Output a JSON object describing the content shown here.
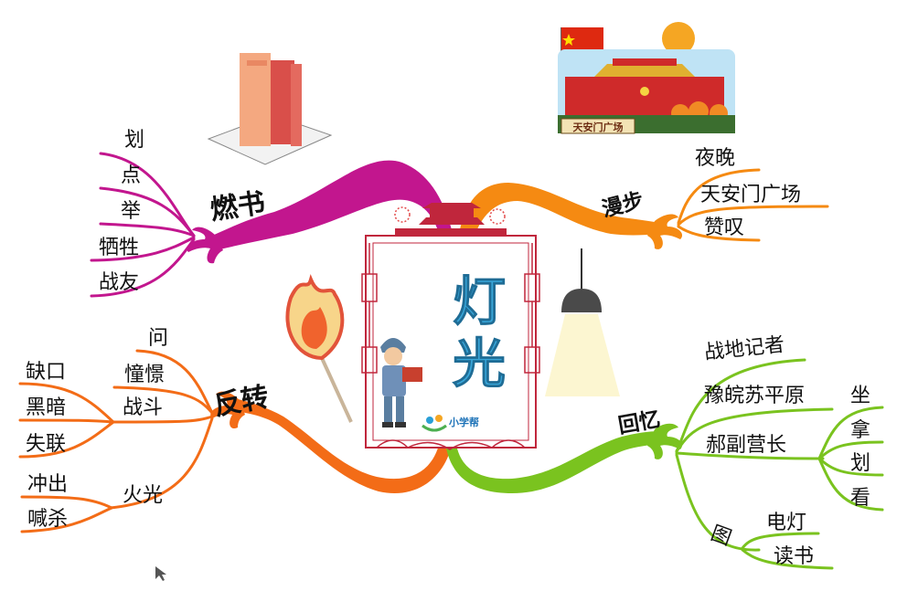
{
  "title": "灯光",
  "brand": "小学帮",
  "banner": "天安门广场",
  "branches": {
    "burn": {
      "label": "燃书",
      "color": "#c2168e",
      "items": [
        "划",
        "点",
        "举",
        "牺牲",
        "战友"
      ]
    },
    "walk": {
      "label": "漫步",
      "color": "#f58a12",
      "items": [
        "夜晚",
        "天安门广场",
        "赞叹"
      ]
    },
    "turn": {
      "label": "反转",
      "color": "#f36c17",
      "groups": [
        {
          "label": "问",
          "items": []
        },
        {
          "label": "憧憬",
          "items": []
        },
        {
          "label": "战斗",
          "items": [
            "缺口",
            "黑暗",
            "失联"
          ]
        },
        {
          "label": "火光",
          "items": [
            "冲出",
            "喊杀"
          ]
        }
      ]
    },
    "recall": {
      "label": "回忆",
      "color": "#7ac31f",
      "groups": [
        {
          "label": "战地记者",
          "items": []
        },
        {
          "label": "豫皖苏平原",
          "items": []
        },
        {
          "label": "郝副营长",
          "items": [
            "坐",
            "拿",
            "划",
            "看"
          ]
        },
        {
          "label": "图",
          "items": [
            "电灯",
            "读书"
          ]
        }
      ]
    }
  }
}
